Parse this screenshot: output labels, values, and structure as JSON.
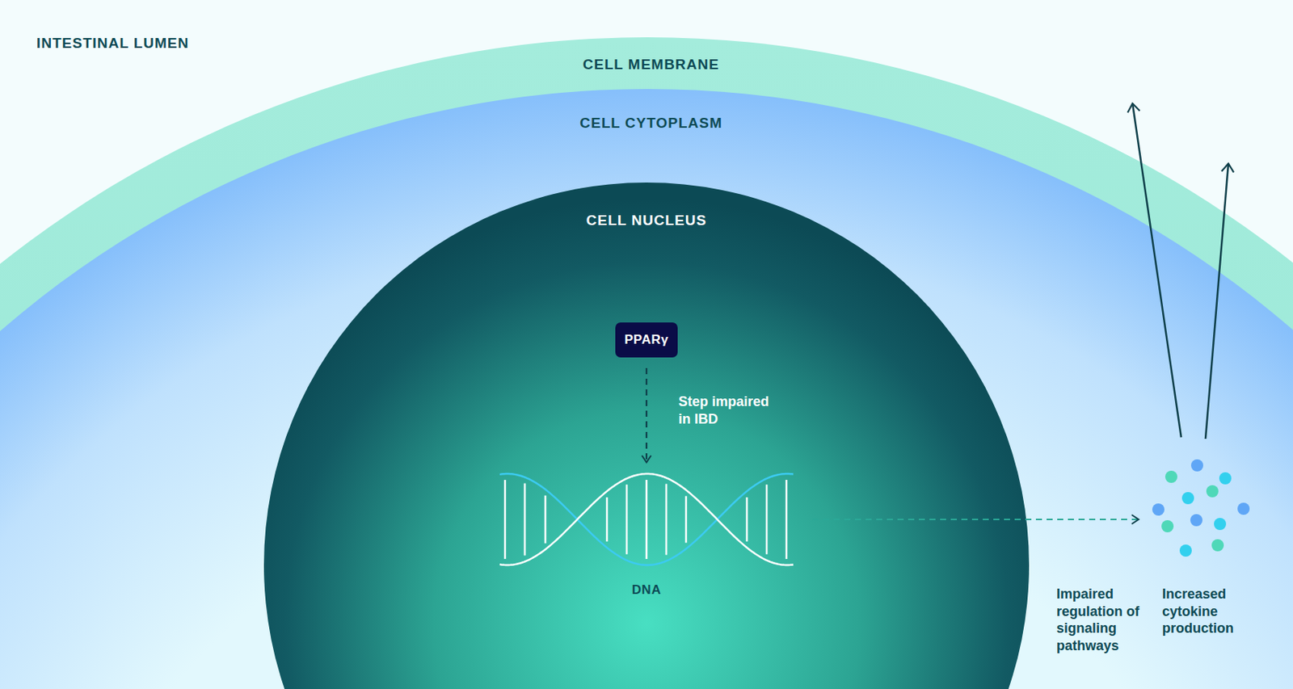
{
  "diagram": {
    "nodes": [
      {
        "text": [
          "CELL MEMBRANE"
        ]
      },
      {
        "text": [
          "CELL CYTOPLASM"
        ],
        "in": 0
      },
      {
        "text": [
          "CELL NUCLEUS"
        ],
        "in": 1
      },
      {
        "text": [
          "PPARγ"
        ],
        "in": 2
      },
      {
        "text": [
          "DNA"
        ],
        "in": 2
      },
      {
        "text": [
          "Increased cytokine production"
        ],
        "in": 1
      }
    ],
    "edges": [
      {
        "from": 3,
        "to": 4,
        "arrow": "to",
        "label": "Step impaired in IBD"
      },
      {
        "from": 4,
        "to": 5,
        "arrow": "to",
        "label": "Impaired regulation of signaling pathways"
      }
    ],
    "labels": [
      "INTESTINAL LUMEN"
    ]
  }
}
